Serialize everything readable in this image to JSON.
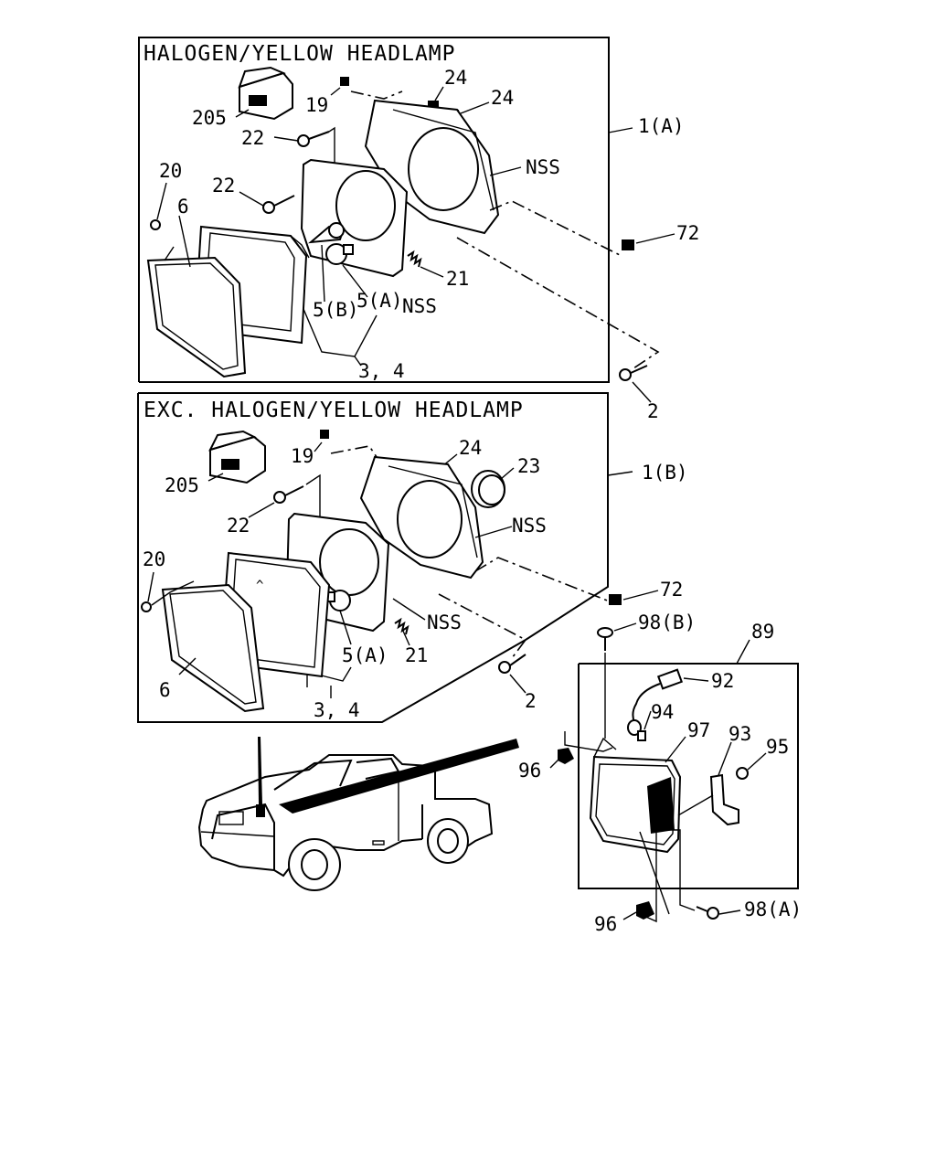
{
  "panels": {
    "top_title": "HALOGEN/YELLOW HEADLAMP",
    "mid_title": "EXC. HALOGEN/YELLOW HEADLAMP"
  },
  "labels": {
    "top": {
      "l205": "205",
      "l19": "19",
      "l24a": "24",
      "l24b": "24",
      "l22a": "22",
      "l22b": "22",
      "l20": "20",
      "l6": "6",
      "lnss1": "NSS",
      "l1a": "1(A)",
      "l72": "72",
      "l21": "21",
      "lnss2": "NSS",
      "l5a": "5(A)",
      "l5b": "5(B)",
      "l34": "3, 4",
      "l2": "2"
    },
    "mid": {
      "l205": "205",
      "l19": "19",
      "l24": "24",
      "l23": "23",
      "l22": "22",
      "l20": "20",
      "l1b": "1(B)",
      "lnss1": "NSS",
      "l72": "72",
      "lnss2": "NSS",
      "l21": "21",
      "l5a": "5(A)",
      "l6": "6",
      "l34": "3, 4",
      "l2": "2"
    },
    "bottom": {
      "l98b": "98(B)",
      "l89": "89",
      "l92": "92",
      "l94": "94",
      "l97": "97",
      "l93": "93",
      "l95": "95",
      "l96a": "96",
      "l96b": "96",
      "l98a": "98(A)"
    }
  }
}
